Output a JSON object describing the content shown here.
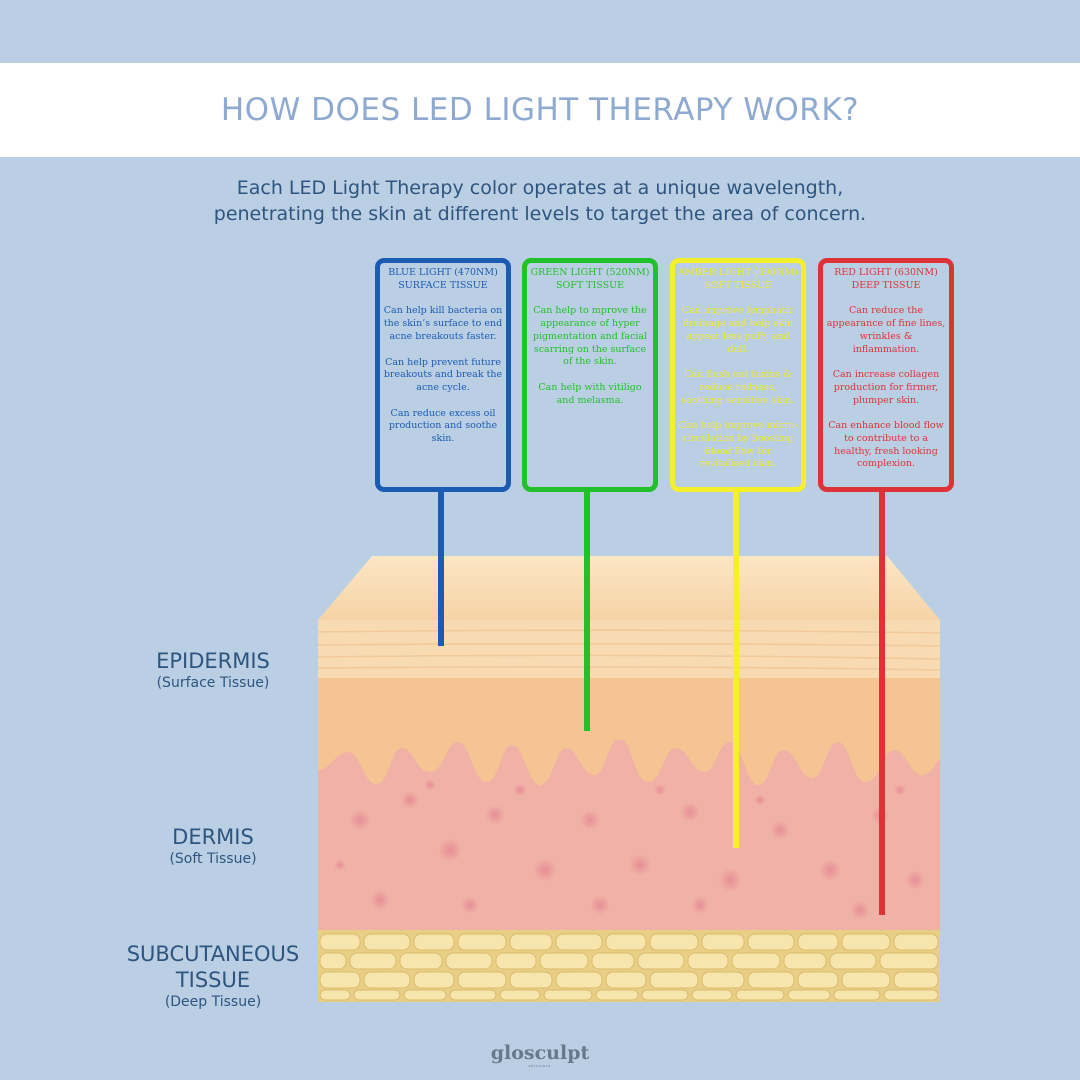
{
  "header": {
    "title": "HOW DOES LED LIGHT THERAPY WORK?"
  },
  "intro": {
    "line1": "Each LED Light Therapy color operates at a unique wavelength,",
    "line2": "penetrating the skin at different levels to target the area of concern."
  },
  "cards": [
    {
      "title": "BLUE LIGHT (470NM)",
      "subtitle": "SURFACE TISSUE",
      "color": "#1b5bb4",
      "benefits": [
        "Can help kill bacteria on the skin’s surface to end acne breakouts faster.",
        "Can help prevent future breakouts and break the acne cycle.",
        "Can reduce excess oil production and soothe skin."
      ]
    },
    {
      "title": "GREEN LIGHT (520NM)",
      "subtitle": "SOFT TISSUE",
      "color": "#22c02a",
      "benefits": [
        "Can help to mprove the appearance of hyper pigmentation and facial scarring on the surface of the skin.",
        "Can help with vitiligo and melasma."
      ]
    },
    {
      "title": "AMBER LIGHT (590NM)",
      "subtitle": "SOFT TISSUE",
      "color": "#f5ef2c",
      "benefits": [
        "Can improve lymphatic drainage and help skin appear less puffy and dull.",
        "Can flush out toxins & reduce redness, soothing sensitive skin.",
        "Can help improve micro-circulation by boosting blood flow for revitalised skin."
      ]
    },
    {
      "title": "RED LIGHT (630NM)",
      "subtitle": "DEEP TISSUE",
      "color": "#df3236",
      "benefits": [
        "Can reduce the appearance of fine lines, wrinkles & inflammation.",
        "Can increase collagen production for firmer, plumper skin.",
        "Can enhance blood flow to contribute to a healthy, fresh looking complexion."
      ]
    }
  ],
  "layers": {
    "epidermis": {
      "name": "EPIDERMIS",
      "note": "(Surface Tissue)"
    },
    "dermis": {
      "name": "DERMIS",
      "note": "(Soft Tissue)"
    },
    "subcutaneous": {
      "name_line1": "SUBCUTANEOUS",
      "name_line2": "TISSUE",
      "note": "(Deep Tissue)"
    }
  },
  "brand": {
    "logo": "glosculpt",
    "tagline": "skincare"
  },
  "colors": {
    "background": "#bacfe3",
    "title_text": "#8eaad0",
    "body_text": "#2e557f",
    "epidermis_top": "#f9dfb5",
    "epidermis": "#f6c796",
    "dermis": "#f0b1a7",
    "fat": "#f1dd98"
  }
}
